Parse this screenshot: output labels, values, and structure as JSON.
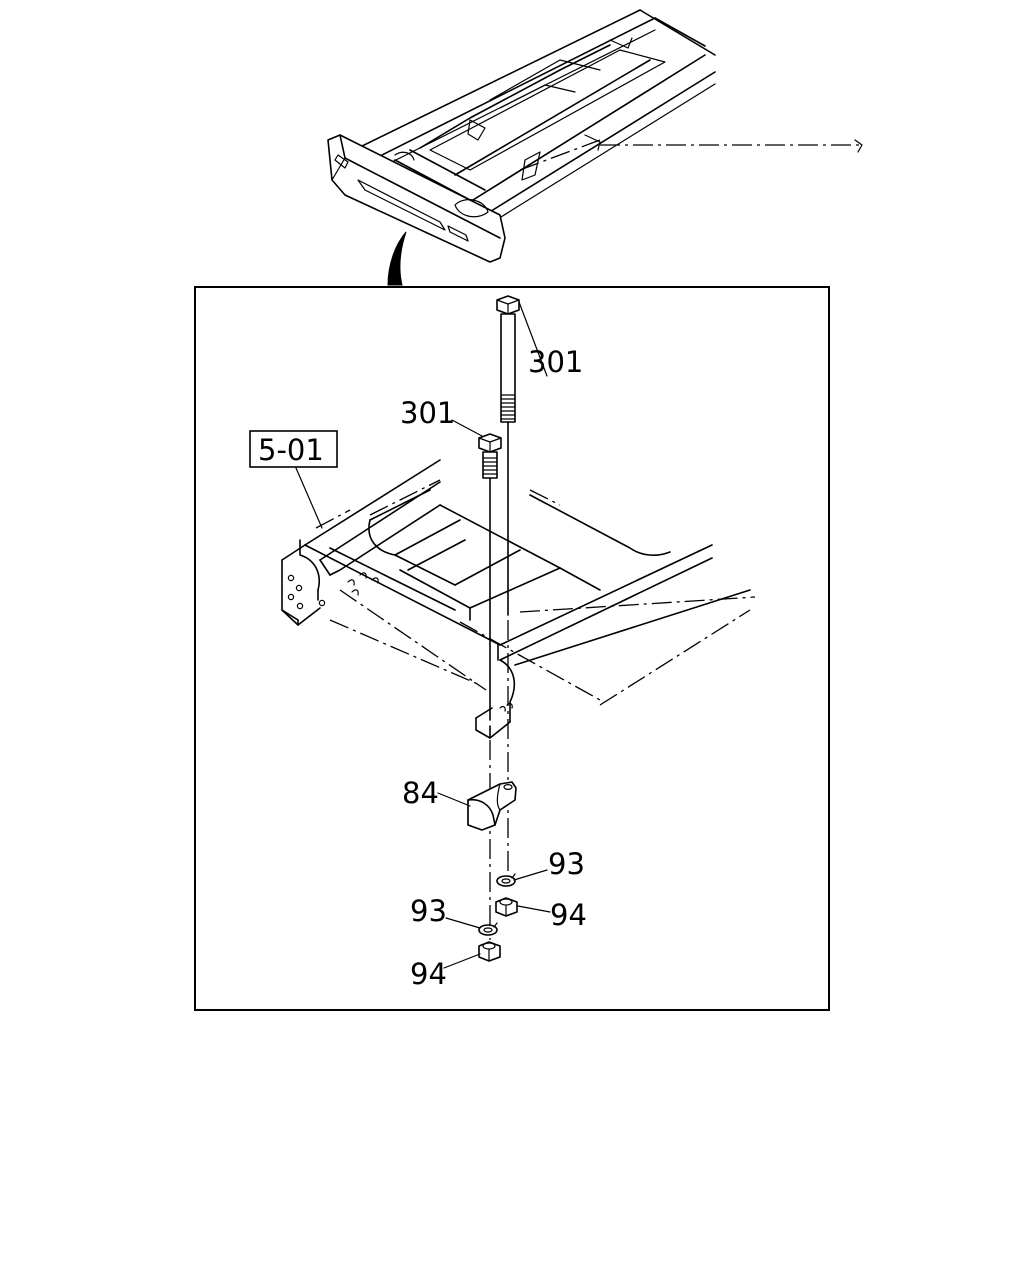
{
  "callouts": {
    "bolt_upper": "301",
    "bolt_lower": "301",
    "frame_ref": "5-01",
    "bracket": "84",
    "washer_right": "93",
    "washer_left": "93",
    "nut_right": "94",
    "nut_left": "94"
  }
}
